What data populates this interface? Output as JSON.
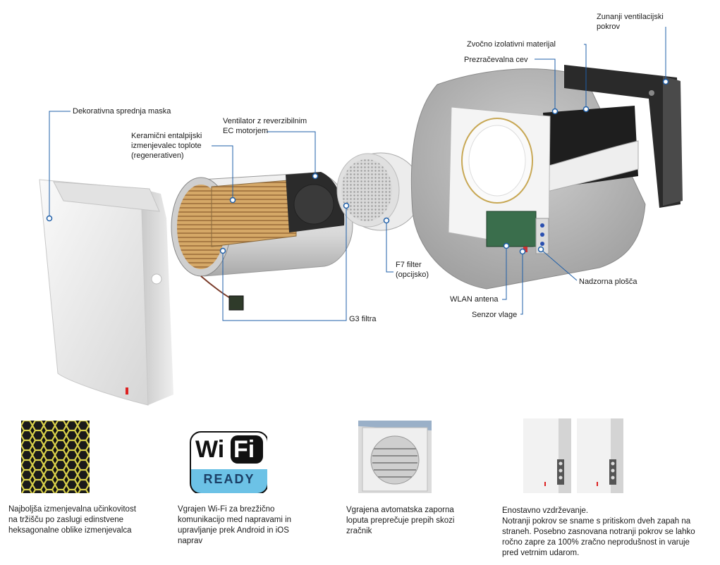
{
  "labels": {
    "front_mask": "Dekorativna sprednja maska",
    "ceramic_exchanger": "Keramični entalpijski\nizmenjevalec toplote\n(regenerativen)",
    "fan": "Ventilator z reverzibilnim\nEC motorjem",
    "outer_cover": "Zunanji ventilacijski\npokrov",
    "sound_insulation": "Zvočno izolativni materijal",
    "air_duct": "Prezračevalna cev",
    "f7_filter": "F7 filter\n(opcijsko)",
    "g3_filters": "G3 filtra",
    "control_panel": "Nadzorna plošča",
    "wlan_antenna": "WLAN antena",
    "humidity_sensor": "Senzor vlage"
  },
  "features": [
    {
      "caption": "Najboljša izmenjevalna učinkovitost\nna tržišču po zaslugi edinstvene\nheksagonalne oblike izmenjevalca",
      "image": "hexagon-honeycomb"
    },
    {
      "caption": "Vgrajen Wi-Fi za brezžično\nkomunikacijo med napravami in\nupravljanje prek Android in iOS\nnaprav",
      "image": "wifi-ready-logo",
      "logo_top": "Wi",
      "logo_fi": "Fi",
      "logo_bottom": "READY"
    },
    {
      "caption": "Vgrajena avtomatska zaporna\nloputa preprečuje prepih skozi\nzračnik",
      "image": "shutter-flap"
    },
    {
      "caption": "Enostavno vzdrževanje.\nNotranji pokrov se sname s pritiskom dveh zapah na\nstraneh. Posebno zasnovana notranji pokrov se lahko\nročno zapre za 100% zračno neprodušnost in varuje\npred vetrnim udarom.",
      "image": "cover-panels"
    }
  ],
  "colors": {
    "callout_line": "#1f5fa8",
    "wifi_blue": "#6cc2e6"
  }
}
